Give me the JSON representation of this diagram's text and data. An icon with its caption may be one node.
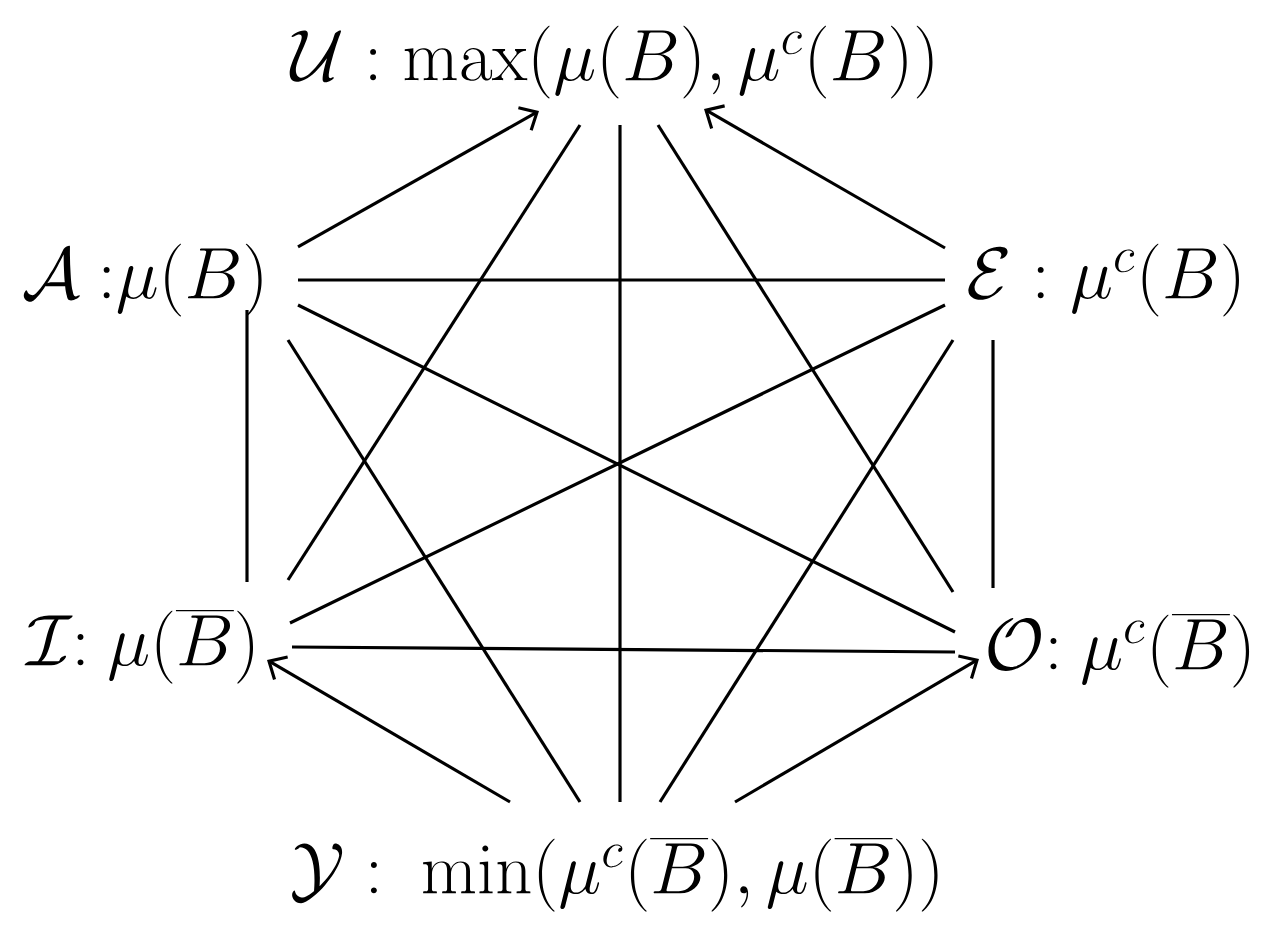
{
  "diagram": {
    "nodes": [
      {
        "text": [
          "\\mathcal{U} : \\max(\\mu(B), \\mu^c(B))"
        ]
      },
      {
        "text": [
          "\\mathcal{A}\\ {:}\\mu(B)"
        ]
      },
      {
        "text": [
          "\\mathcal{E} : \\mu^c(B)"
        ]
      },
      {
        "text": [
          "\\mathcal{I}{:}\\ \\mu(\\overline{B})"
        ]
      },
      {
        "text": [
          "\\mathcal{O}{:}\\ \\mu^c(\\overline{B})"
        ]
      },
      {
        "text": [
          "\\mathcal{Y} :\\ \\min(\\mu^c(\\overline{B}), \\mu(\\overline{B}))"
        ]
      }
    ],
    "edges": [
      {
        "from": 1,
        "to": 0,
        "arrow": "to"
      },
      {
        "from": 2,
        "to": 0,
        "arrow": "to"
      },
      {
        "from": 1,
        "to": 2,
        "arrow": "none"
      },
      {
        "from": 1,
        "to": 3,
        "arrow": "none"
      },
      {
        "from": 2,
        "to": 4,
        "arrow": "none"
      },
      {
        "from": 0,
        "to": 5,
        "arrow": "none"
      },
      {
        "from": 0,
        "to": 3,
        "arrow": "none"
      },
      {
        "from": 0,
        "to": 4,
        "arrow": "none"
      },
      {
        "from": 1,
        "to": 4,
        "arrow": "none"
      },
      {
        "from": 2,
        "to": 3,
        "arrow": "none"
      },
      {
        "from": 1,
        "to": 5,
        "arrow": "none"
      },
      {
        "from": 2,
        "to": 5,
        "arrow": "none"
      },
      {
        "from": 3,
        "to": 4,
        "arrow": "none"
      },
      {
        "from": 5,
        "to": 3,
        "arrow": "to"
      },
      {
        "from": 5,
        "to": 4,
        "arrow": "to"
      }
    ]
  }
}
